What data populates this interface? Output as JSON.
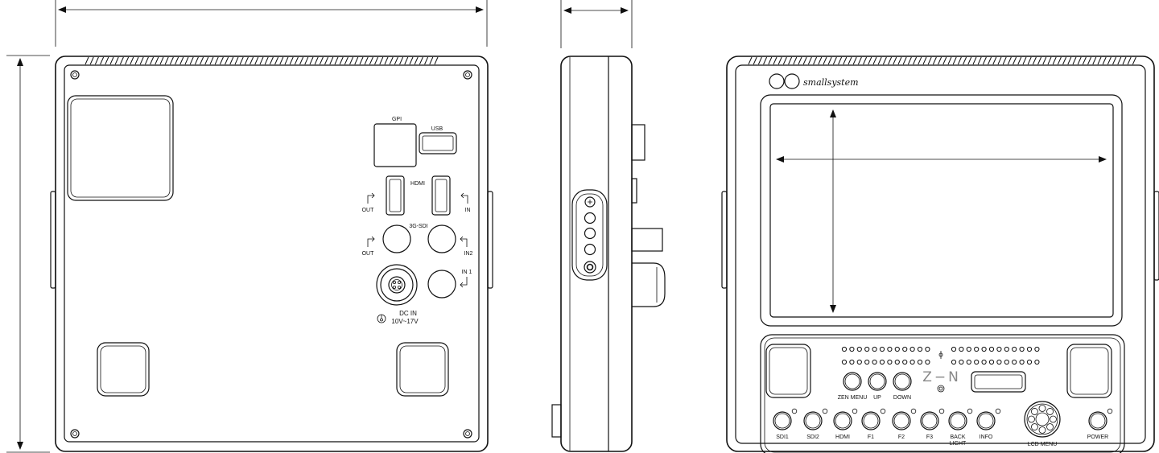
{
  "rear": {
    "gpi": "GPI",
    "usb": "USB",
    "hdmi": "HDMI",
    "sdi": "3G-SDI",
    "out_hdmi": "OUT",
    "in_hdmi": "IN",
    "out_sdi": "OUT",
    "in2": "IN2",
    "in1": "IN 1",
    "dc_in": "DC  IN",
    "dc_range": "10V~17V"
  },
  "front": {
    "brand": "smallsystem",
    "zen_logo": "Z−N",
    "buttons_top": [
      "ZEN MENU",
      "UP",
      "DOWN"
    ],
    "buttons_bottom": [
      "SDI1",
      "SDI2",
      "HDMI",
      "F1",
      "F2",
      "F3",
      "BACK",
      "INFO"
    ],
    "backlight_second_line": "LIGHT",
    "lcd_menu": "LCD MENU",
    "power": "POWER"
  },
  "colors": {
    "line": "#111111",
    "logo_grey": "#888888"
  }
}
